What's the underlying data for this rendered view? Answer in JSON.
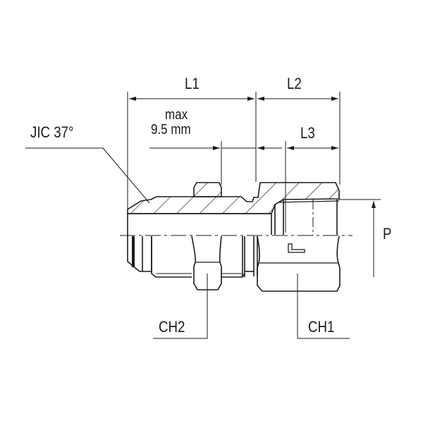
{
  "drawing": {
    "type": "technical-drawing",
    "subject": "straight adaptor JIC 37° male to swivel female",
    "line_color": "#1a1a1a",
    "background": "#ffffff"
  },
  "labels": {
    "l1": "L1",
    "l2": "L2",
    "l3": "L3",
    "max_line1": "max",
    "max_line2": "9.5 mm",
    "jic": "JIC 37°",
    "p": "P",
    "ch1": "CH1",
    "ch2": "CH2"
  }
}
